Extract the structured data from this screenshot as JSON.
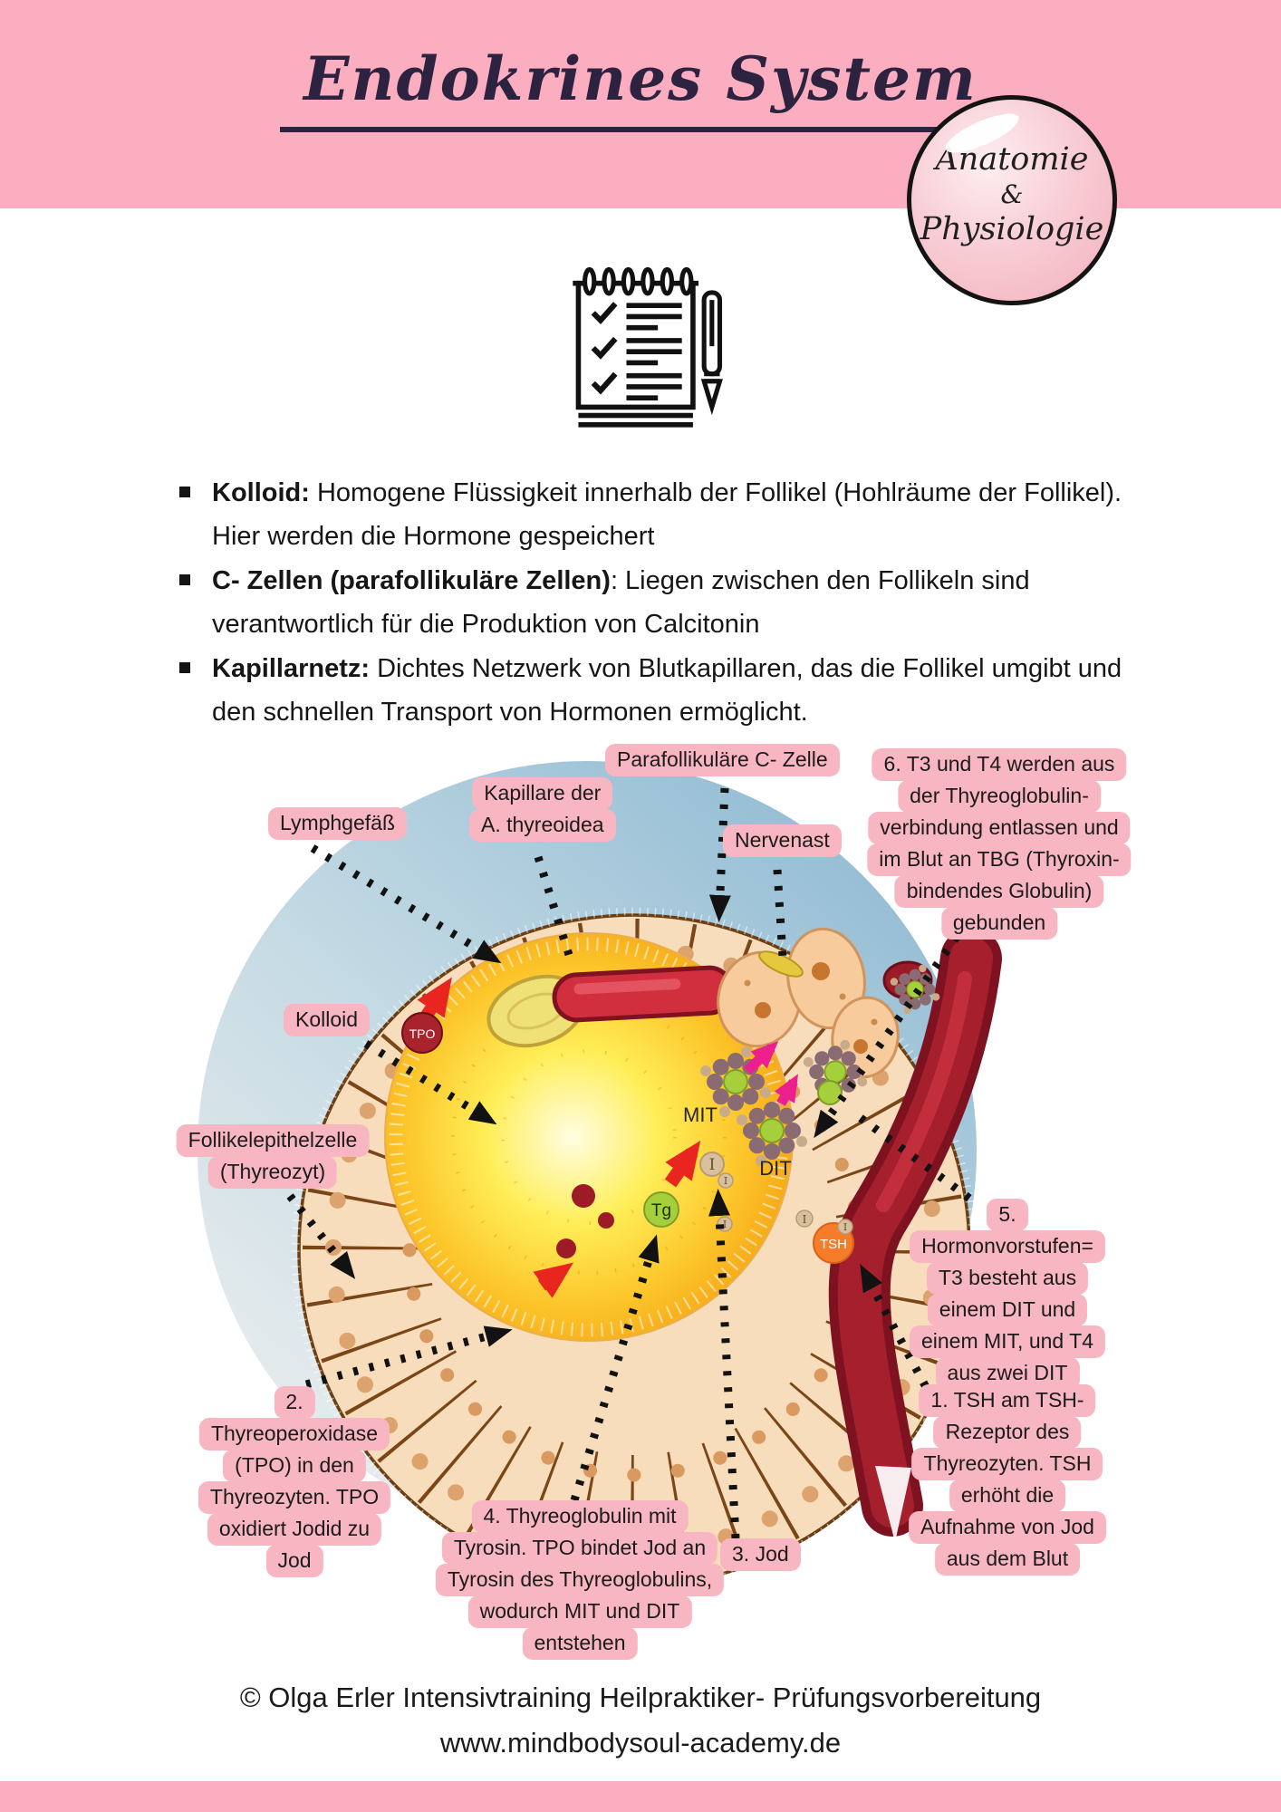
{
  "header": {
    "title": "Endokrines System"
  },
  "badge": {
    "lines": [
      "Anatomie",
      "&",
      "Physiologie"
    ]
  },
  "icons": {
    "checklist": "checklist-notepad-icon",
    "pen": "fountain-pen-icon"
  },
  "colors": {
    "header_pink": "#fbaebf",
    "label_pink": "#f8b6c2",
    "title_ink": "#2d2240",
    "diagram_blue": "#9ec5d8",
    "colloid_yellow": "#ffd600",
    "cell_peach": "#f7ddbb",
    "vessel_red": "#a61f2d",
    "arrow_red": "#e8251f",
    "arrow_pink": "#ec1f8e",
    "tsh_orange": "#f57d2a",
    "tg_green": "#a5cf3b"
  },
  "bullets": [
    {
      "bold": "Kolloid:",
      "text": " Homogene Flüssigkeit innerhalb der Follikel (Hohlräume der Follikel). Hier werden die Hormone gespeichert"
    },
    {
      "bold": "C- Zellen (parafollikuläre Zellen)",
      "text": ": Liegen zwischen den Follikeln sind verantwortlich für die Produktion von Calcitonin"
    },
    {
      "bold": "Kapillarnetz:",
      "text": " Dichtes Netzwerk von Blutkapillaren, das die Follikel umgibt und den schnellen Transport von Hormonen ermöglicht."
    }
  ],
  "labels": {
    "lymphgefaess": {
      "lines": [
        "Lymphgefäß"
      ]
    },
    "kapillare": {
      "lines": [
        "Kapillare der",
        "A. thyreoidea"
      ]
    },
    "parafollikulaere": {
      "lines": [
        "Parafollikuläre C- Zelle"
      ]
    },
    "nervenast": {
      "lines": [
        "Nervenast"
      ]
    },
    "step6": {
      "lines": [
        "6. T3 und T4 werden aus",
        "der Thyreoglobulin-",
        "verbindung entlassen und",
        "im Blut an TBG (Thyroxin-",
        "bindendes Globulin)",
        "gebunden"
      ]
    },
    "kolloid": {
      "lines": [
        "Kolloid"
      ]
    },
    "follikelepithelzelle": {
      "lines": [
        "Follikelepithelzelle",
        "(Thyreozyt)"
      ]
    },
    "step5": {
      "lines": [
        "5.",
        "Hormonvorstufen=",
        "T3 besteht aus",
        "einem DIT und",
        "einem MIT, und T4",
        "aus zwei DIT"
      ]
    },
    "step1": {
      "lines": [
        "1. TSH am TSH-",
        "Rezeptor des",
        "Thyreozyten. TSH",
        "erhöht die",
        "Aufnahme von Jod",
        "aus dem Blut"
      ]
    },
    "step2": {
      "lines": [
        "2.",
        "Thyreoperoxidase",
        "(TPO) in den",
        "Thyreozyten. TPO",
        "oxidiert Jodid zu",
        "Jod"
      ]
    },
    "step4": {
      "lines": [
        "4. Thyreoglobulin mit",
        "Tyrosin. TPO bindet Jod an",
        "Tyrosin des Thyreoglobulins,",
        "wodurch MIT und DIT",
        "entstehen"
      ]
    },
    "step3": {
      "lines": [
        "3. Jod"
      ]
    }
  },
  "molecules": {
    "mit": "MIT",
    "dit": "DIT",
    "tg": "Tg",
    "tsh": "TSH",
    "tpo": "TPO",
    "iodine": "I"
  },
  "footer": {
    "copyright": "© Olga Erler Intensivtraining Heilpraktiker- Prüfungsvorbereitung",
    "website": "www.mindbodysoul-academy.de"
  }
}
